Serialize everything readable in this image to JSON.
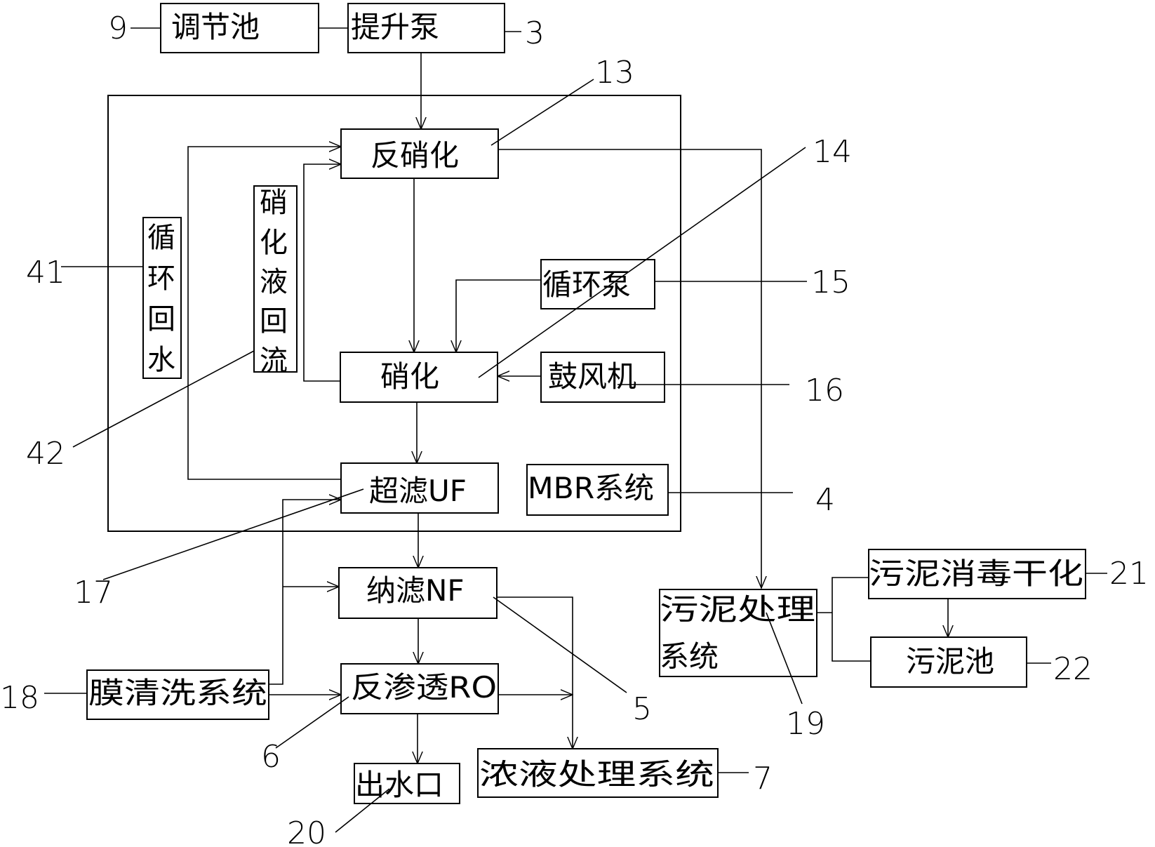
{
  "boxes": {
    "regulating_tank": "调节池",
    "lift_pump": "提升泵",
    "denitrification": "反硝化",
    "nitrification": "硝化",
    "circulation_pump": "循环泵",
    "blower": "鼓风机",
    "ultrafiltration": "超滤UF",
    "mbr_system": "MBR系统",
    "nanofiltration": "纳滤NF",
    "reverse_osmosis": "反渗透RO",
    "membrane_cleaning": "膜清洗系统",
    "water_outlet": "出水口",
    "concentrate_treatment": "浓液处理系统",
    "sludge_treatment_line1": "污泥处理",
    "sludge_treatment_line2": "系统",
    "sludge_disinfection": "污泥消毒干化",
    "sludge_tank": "污泥池"
  },
  "vertical_labels": {
    "circulation_return": [
      "循",
      "环",
      "回",
      "水"
    ],
    "nitrate_reflux": [
      "硝",
      "化",
      "液",
      "回",
      "流"
    ]
  },
  "reference_numbers": {
    "n9": "9",
    "n3": "3",
    "n13": "13",
    "n14": "14",
    "n15": "15",
    "n16": "16",
    "n41": "41",
    "n42": "42",
    "n4": "4",
    "n17": "17",
    "n18": "18",
    "n5": "5",
    "n6": "6",
    "n7": "7",
    "n19": "19",
    "n20": "20",
    "n21": "21",
    "n22": "22"
  },
  "colors": {
    "line": "#000000",
    "background": "#ffffff"
  }
}
